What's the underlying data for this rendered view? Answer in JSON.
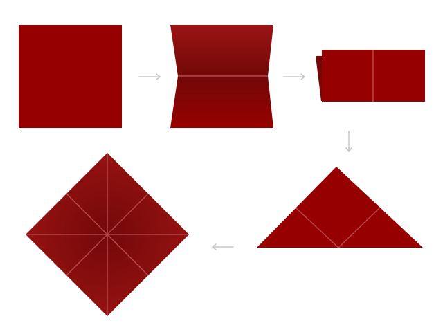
{
  "diagram": {
    "kind": "origami-folding-sequence",
    "step_count": 5,
    "colors": {
      "paper": "#960000",
      "paper_dark": "#730808",
      "paper_light": "#9c1414",
      "crease": "#b8474c",
      "arrow": "#c8c8c8",
      "background": "#ffffff"
    },
    "steps": [
      {
        "id": "step-1",
        "shape": "square"
      },
      {
        "id": "step-2",
        "shape": "folded-in-half"
      },
      {
        "id": "step-3",
        "shape": "folded-rectangle"
      },
      {
        "id": "step-4",
        "shape": "triangle"
      },
      {
        "id": "step-5",
        "shape": "unfolded-diamond"
      }
    ],
    "arrows": [
      {
        "id": "arrow-1-2",
        "direction": "right"
      },
      {
        "id": "arrow-2-3",
        "direction": "right"
      },
      {
        "id": "arrow-3-4",
        "direction": "down"
      },
      {
        "id": "arrow-4-5",
        "direction": "left"
      }
    ]
  }
}
